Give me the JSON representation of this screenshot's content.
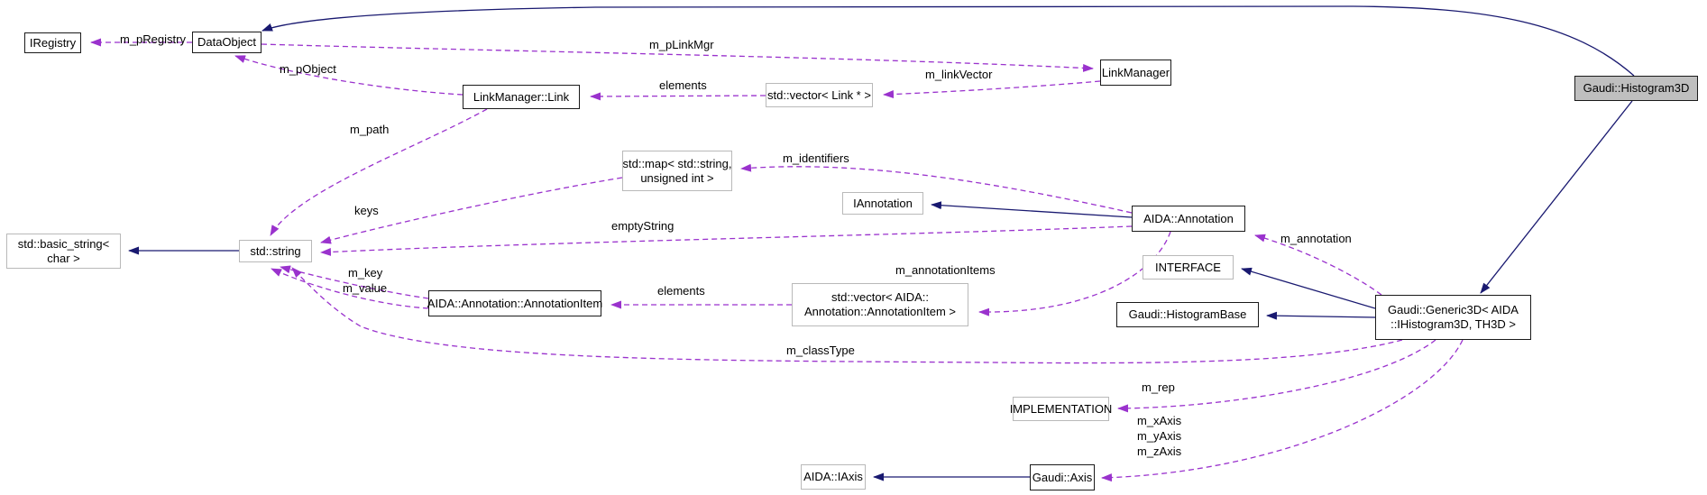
{
  "diagram": {
    "kind": "collaboration-graph",
    "highlighted_node": "Gaudi::Histogram3D",
    "colors": {
      "background": "#ffffff",
      "inheritance_edge": "#191970",
      "usage_edge": "#9a32cd",
      "linked_node_border": "#1a1a1a",
      "external_node_border": "#b9b9b9",
      "highlight_fill": "#bfbfbf"
    }
  },
  "nodes": {
    "iregistry": {
      "label": "IRegistry"
    },
    "dataobject": {
      "label": "DataObject"
    },
    "linkmanager_link": {
      "label": "LinkManager::Link"
    },
    "vector_link_ptr": {
      "label": "std::vector< Link * >"
    },
    "linkmanager": {
      "label": "LinkManager"
    },
    "gaudi_histogram3d": {
      "label": "Gaudi::Histogram3D"
    },
    "std_map": {
      "lines": [
        "std::map< std::string,",
        "unsigned int >"
      ]
    },
    "iannotation": {
      "label": "IAnnotation"
    },
    "aida_annotation": {
      "label": "AIDA::Annotation"
    },
    "std_basic_string": {
      "lines": [
        "std::basic_string<",
        "char >"
      ]
    },
    "std_string": {
      "label": "std::string"
    },
    "annotation_item": {
      "label": "AIDA::Annotation::AnnotationItem"
    },
    "vector_annotation_item": {
      "lines": [
        "std::vector< AIDA::",
        "Annotation::AnnotationItem >"
      ]
    },
    "interface": {
      "label": "INTERFACE"
    },
    "gaudi_histogrambase": {
      "label": "Gaudi::HistogramBase"
    },
    "gaudi_generic3d": {
      "lines": [
        "Gaudi::Generic3D< AIDA",
        "::IHistogram3D, TH3D >"
      ]
    },
    "implementation": {
      "label": "IMPLEMENTATION"
    },
    "aida_iaxis": {
      "label": "AIDA::IAxis"
    },
    "gaudi_axis": {
      "label": "Gaudi::Axis"
    }
  },
  "edges": [
    {
      "from": "DataObject",
      "to": "IRegistry",
      "label": "m_pRegistry",
      "type": "usage"
    },
    {
      "from": "DataObject",
      "to": "LinkManager",
      "label": "m_pLinkMgr",
      "type": "usage"
    },
    {
      "from": "LinkManager::Link",
      "to": "DataObject",
      "label": "m_pObject",
      "type": "usage"
    },
    {
      "from": "std::vector< Link * >",
      "to": "LinkManager::Link",
      "label": "elements",
      "type": "usage"
    },
    {
      "from": "LinkManager",
      "to": "std::vector< Link * >",
      "label": "m_linkVector",
      "type": "usage"
    },
    {
      "from": "LinkManager::Link",
      "to": "std::string",
      "label": "m_path",
      "type": "usage"
    },
    {
      "from": "AIDA::Annotation",
      "to": "std::map< std::string, unsigned int >",
      "label": "m_identifiers",
      "type": "usage"
    },
    {
      "from": "std::map< std::string, unsigned int >",
      "to": "std::string",
      "label": "keys",
      "type": "usage"
    },
    {
      "from": "AIDA::Annotation",
      "to": "std::string",
      "label": "emptyString",
      "type": "usage"
    },
    {
      "from": "AIDA::Annotation::AnnotationItem",
      "to": "std::string",
      "label": "m_key",
      "type": "usage"
    },
    {
      "from": "AIDA::Annotation::AnnotationItem",
      "to": "std::string",
      "label": "m_value",
      "type": "usage"
    },
    {
      "from": "std::vector< AIDA::Annotation::AnnotationItem >",
      "to": "AIDA::Annotation::AnnotationItem",
      "label": "elements",
      "type": "usage"
    },
    {
      "from": "AIDA::Annotation",
      "to": "std::vector< AIDA::Annotation::AnnotationItem >",
      "label": "m_annotationItems",
      "type": "usage"
    },
    {
      "from": "Gaudi::Generic3D< AIDA::IHistogram3D, TH3D >",
      "to": "AIDA::Annotation",
      "label": "m_annotation",
      "type": "usage"
    },
    {
      "from": "Gaudi::Generic3D< AIDA::IHistogram3D, TH3D >",
      "to": "std::string",
      "label": "m_classType",
      "type": "usage"
    },
    {
      "from": "Gaudi::Generic3D< AIDA::IHistogram3D, TH3D >",
      "to": "IMPLEMENTATION",
      "label": "m_rep",
      "type": "usage"
    },
    {
      "from": "Gaudi::Generic3D< AIDA::IHistogram3D, TH3D >",
      "to": "Gaudi::Axis",
      "labels": [
        "m_xAxis",
        "m_yAxis",
        "m_zAxis"
      ],
      "type": "usage"
    },
    {
      "from": "std::string",
      "to": "std::basic_string< char >",
      "type": "inheritance"
    },
    {
      "from": "AIDA::Annotation",
      "to": "IAnnotation",
      "type": "inheritance"
    },
    {
      "from": "Gaudi::Generic3D< AIDA::IHistogram3D, TH3D >",
      "to": "INTERFACE",
      "type": "inheritance"
    },
    {
      "from": "Gaudi::Generic3D< AIDA::IHistogram3D, TH3D >",
      "to": "Gaudi::HistogramBase",
      "type": "inheritance"
    },
    {
      "from": "Gaudi::Histogram3D",
      "to": "Gaudi::Generic3D< AIDA::IHistogram3D, TH3D >",
      "type": "inheritance"
    },
    {
      "from": "Gaudi::Histogram3D",
      "to": "DataObject",
      "type": "inheritance"
    },
    {
      "from": "Gaudi::Axis",
      "to": "AIDA::IAxis",
      "type": "inheritance"
    }
  ]
}
